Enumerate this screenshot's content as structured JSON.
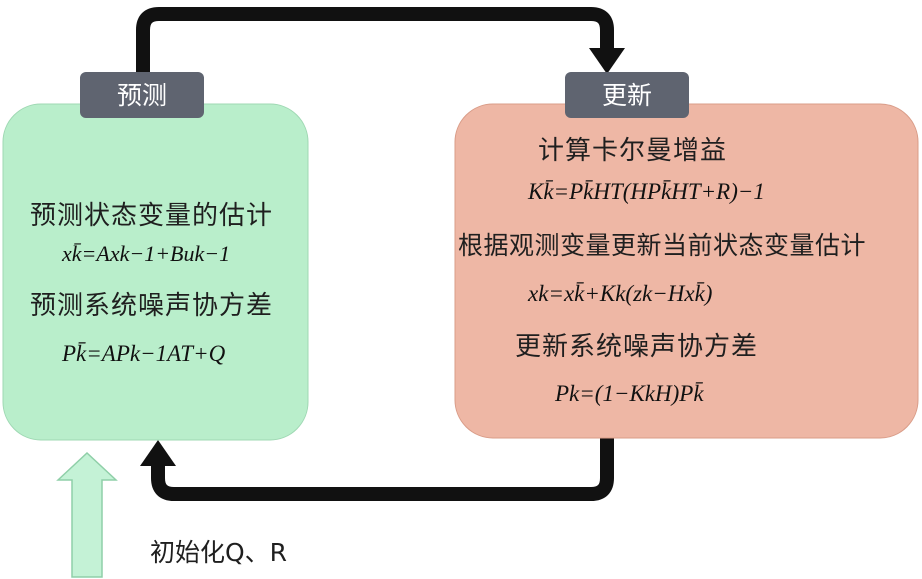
{
  "colors": {
    "predict_box": "#b9eecb",
    "update_box": "#eeb7a5",
    "tab": "#5f6470",
    "arrow": "#111111",
    "init_arrow": "#c4f2d6"
  },
  "predict": {
    "tab_label": "预测",
    "state_estimate_label": "预测状态变量的估计",
    "state_estimate_formula": "xk̄=Axk−1+Buk−1",
    "covariance_label": "预测系统噪声协方差",
    "covariance_formula": "Pk̄=APk−1AT+Q"
  },
  "update": {
    "tab_label": "更新",
    "gain_label": "计算卡尔曼增益",
    "gain_formula": "Kk̄=Pk̄HT(HPk̄HT+R)−1",
    "state_update_label": "根据观测变量更新当前状态变量估计",
    "state_update_formula": "xk=xk̄+Kk(zk−Hxk̄)",
    "covariance_label": "更新系统噪声协方差",
    "covariance_formula": "Pk=(1−KkH)Pk̄"
  },
  "init": {
    "label": "初始化Q、R"
  }
}
